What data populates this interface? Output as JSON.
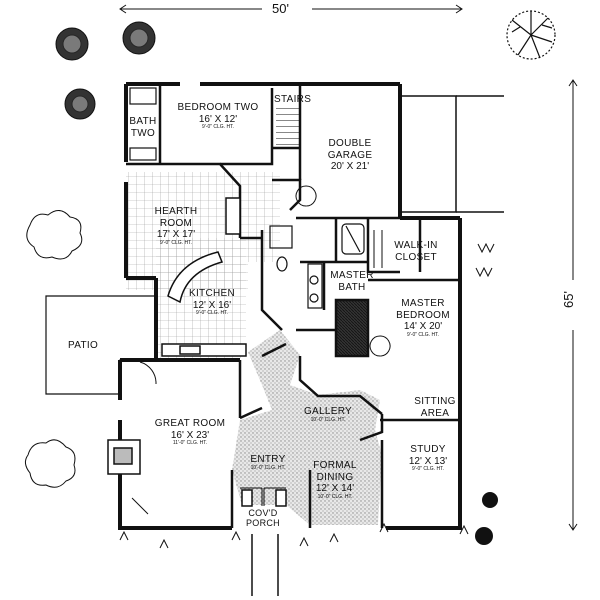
{
  "dimensions": {
    "width": "50'",
    "depth": "65'"
  },
  "rooms": {
    "bath_two": {
      "name": "BATH TWO"
    },
    "bedroom_two": {
      "name": "BEDROOM TWO",
      "size": "16' X 12'",
      "clg": "9'-0\" CLG. HT."
    },
    "stairs": {
      "name": "STAIRS"
    },
    "double_garage": {
      "name": "DOUBLE GARAGE",
      "size": "20' X 21'"
    },
    "hearth_room": {
      "name": "HEARTH ROOM",
      "size": "17' X 17'",
      "clg": "9'-0\" CLG. HT."
    },
    "walk_in_closet": {
      "name": "WALK-IN CLOSET"
    },
    "master_bath": {
      "name": "MASTER BATH"
    },
    "kitchen": {
      "name": "KITCHEN",
      "size": "12' X 16'",
      "clg": "9'-0\" CLG. HT."
    },
    "master_bedroom": {
      "name": "MASTER BEDROOM",
      "size": "14' X 20'",
      "clg": "9'-0\" CLG. HT."
    },
    "patio": {
      "name": "PATIO"
    },
    "great_room": {
      "name": "GREAT ROOM",
      "size": "16' X 23'",
      "clg": "11'-0\" CLG. HT."
    },
    "gallery": {
      "name": "GALLERY",
      "clg": "10'-0\" CLG. HT."
    },
    "sitting_area": {
      "name": "SITTING AREA"
    },
    "entry": {
      "name": "ENTRY",
      "clg": "10'-0\" CLG. HT."
    },
    "formal_dining": {
      "name": "FORMAL DINING",
      "size": "12' X 14'",
      "clg": "10'-0\" CLG. HT."
    },
    "study": {
      "name": "STUDY",
      "size": "12' X 13'",
      "clg": "9'-0\" CLG. HT."
    },
    "covd_porch": {
      "name": "COV'D PORCH"
    }
  },
  "colors": {
    "wall": "#111111",
    "hatch": "#9a9a9a",
    "grid": "#9a9a9a",
    "ink": "#111111"
  }
}
